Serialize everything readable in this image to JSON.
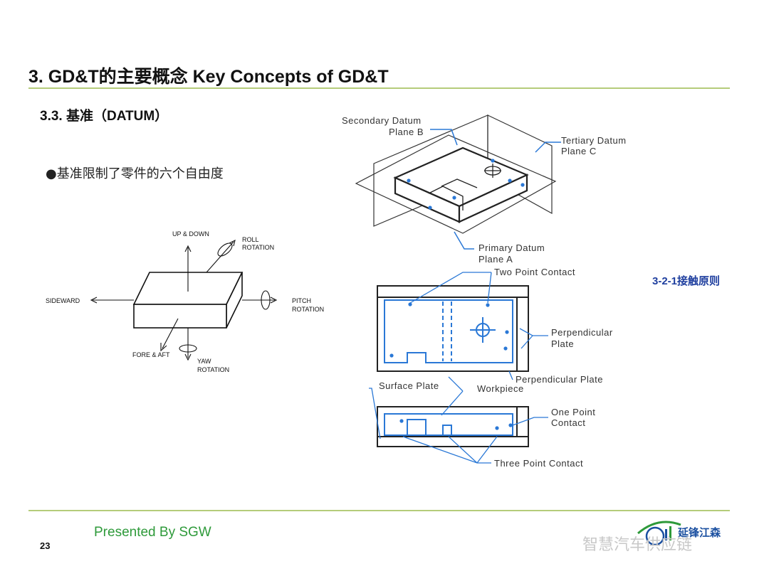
{
  "header": {
    "title": "3. GD&T的主要概念  Key Concepts of GD&T"
  },
  "section": {
    "title": "3.3. 基准（DATUM）"
  },
  "bullet": {
    "text": "●基准限制了零件的六个自由度"
  },
  "dof_diagram": {
    "up_down": "UP & DOWN",
    "roll_1": "ROLL",
    "roll_2": "ROTATION",
    "sideward": "SIDEWARD",
    "pitch_1": "PITCH",
    "pitch_2": "ROTATION",
    "fore_aft": "FORE & AFT",
    "yaw_1": "YAW",
    "yaw_2": "ROTATION"
  },
  "datum_diagram": {
    "secondary_1": "Secondary  Datum",
    "secondary_2": "Plane  B",
    "tertiary_1": "Tertiary  Datum",
    "tertiary_2": "Plane  C",
    "primary_1": "Primary  Datum",
    "primary_2": "Plane  A"
  },
  "contact_diagram": {
    "two_point": "Two  Point  Contact",
    "perp_1": "Perpendicular",
    "perp_2": "Plate",
    "perp_plate": "Perpendicular  Plate",
    "surface_plate": "Surface  Plate",
    "workpiece": "Workpiece",
    "one_point_1": "One  Point",
    "one_point_2": "Contact",
    "three_point": "Three  Point  Contact"
  },
  "principle": "3-2-1接触原则",
  "footer": {
    "presented": "Presented By SGW",
    "page": "23",
    "logo_text": "延锋江森",
    "watermark": "智慧汽车供应链"
  },
  "colors": {
    "rule": "#b5cc7a",
    "presented": "#2e9a3a",
    "principle": "#1f3f9f",
    "workpiece": "#2a78d6"
  }
}
